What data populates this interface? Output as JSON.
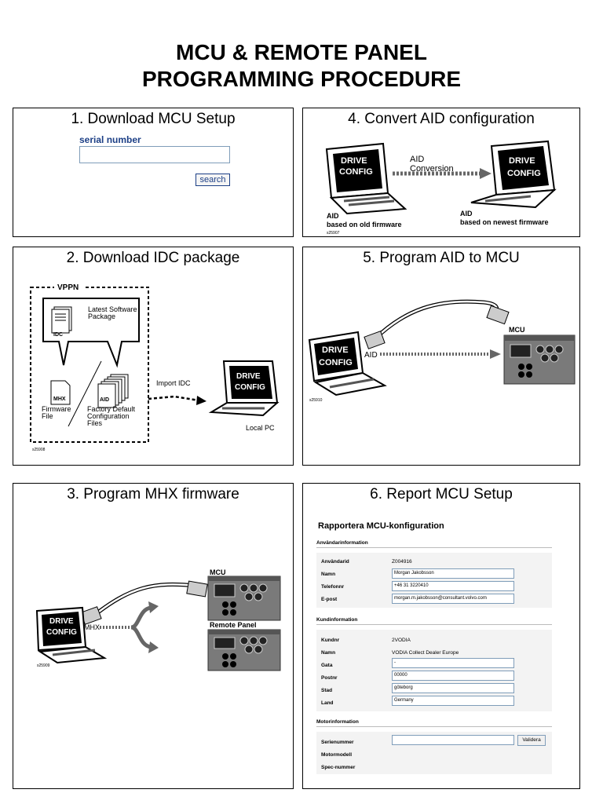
{
  "title": {
    "line1": "MCU & REMOTE PANEL",
    "line2": "PROGRAMMING PROCEDURE"
  },
  "panels": {
    "p1": {
      "title": "1. Download MCU Setup",
      "serial_label": "serial number",
      "search_label": "search"
    },
    "p2": {
      "title": "2. Download IDC package",
      "vppn": "VPPN",
      "latest_line1": "Latest Software",
      "latest_line2": "Package",
      "idc": "IDC",
      "mhx": "MHX",
      "aid": "AID",
      "firmware_line1": "Firmware",
      "firmware_line2": "File",
      "factory_line1": "Factory Default",
      "factory_line2": "Configuration",
      "factory_line3": "Files",
      "import_idc": "Import IDC",
      "drive": "DRIVE",
      "config": "CONFIG",
      "local_pc": "Local PC",
      "code": "s25908"
    },
    "p3": {
      "title": "3. Program MHX firmware",
      "mcu": "MCU",
      "remote_panel": "Remote Panel",
      "mhx": "MHX",
      "drive": "DRIVE",
      "config": "CONFIG",
      "code": "s25909"
    },
    "p4": {
      "title": "4. Convert AID configuration",
      "aid_line1": "AID",
      "aid_line2": "Conversion",
      "left_aid": "AID",
      "left_sub": "based on old firmware",
      "right_aid": "AID",
      "right_sub": "based on newest firmware",
      "drive": "DRIVE",
      "config": "CONFIG",
      "code": "s25907"
    },
    "p5": {
      "title": "5. Program AID to MCU",
      "mcu": "MCU",
      "aid": "AID",
      "drive": "DRIVE",
      "config": "CONFIG",
      "code": "s25910"
    },
    "p6": {
      "title": "6. Report MCU Setup",
      "form_title": "Rapportera MCU-konfiguration",
      "user_section": "Användarinformation",
      "user_id_label": "Användarid",
      "user_id_value": "Z004916",
      "name_label": "Namn",
      "name_value": "Morgan Jakobsson",
      "phone_label": "Telefonnr",
      "phone_value": "+46 31 3220410",
      "email_label": "E-post",
      "email_value": "morgan.m.jakobsson@consultant.volvo.com",
      "customer_section": "Kundinformation",
      "customer_label": "Kundnr",
      "customer_value": "2VODIA",
      "cname_label": "Namn",
      "cname_value": "VODIA Collect Dealer Europe",
      "street_label": "Gata",
      "street_value": "-",
      "postal_label": "Postnr",
      "postal_value": "00000",
      "city_label": "Stad",
      "city_value": "göteborg",
      "country_label": "Land",
      "country_value": "Germany",
      "engine_section": "Motorinformation",
      "serial_label": "Serienummer",
      "serial_value": "",
      "validate_label": "Validera",
      "model_label": "Motormodell",
      "spec_label": "Spec-nummer"
    }
  }
}
